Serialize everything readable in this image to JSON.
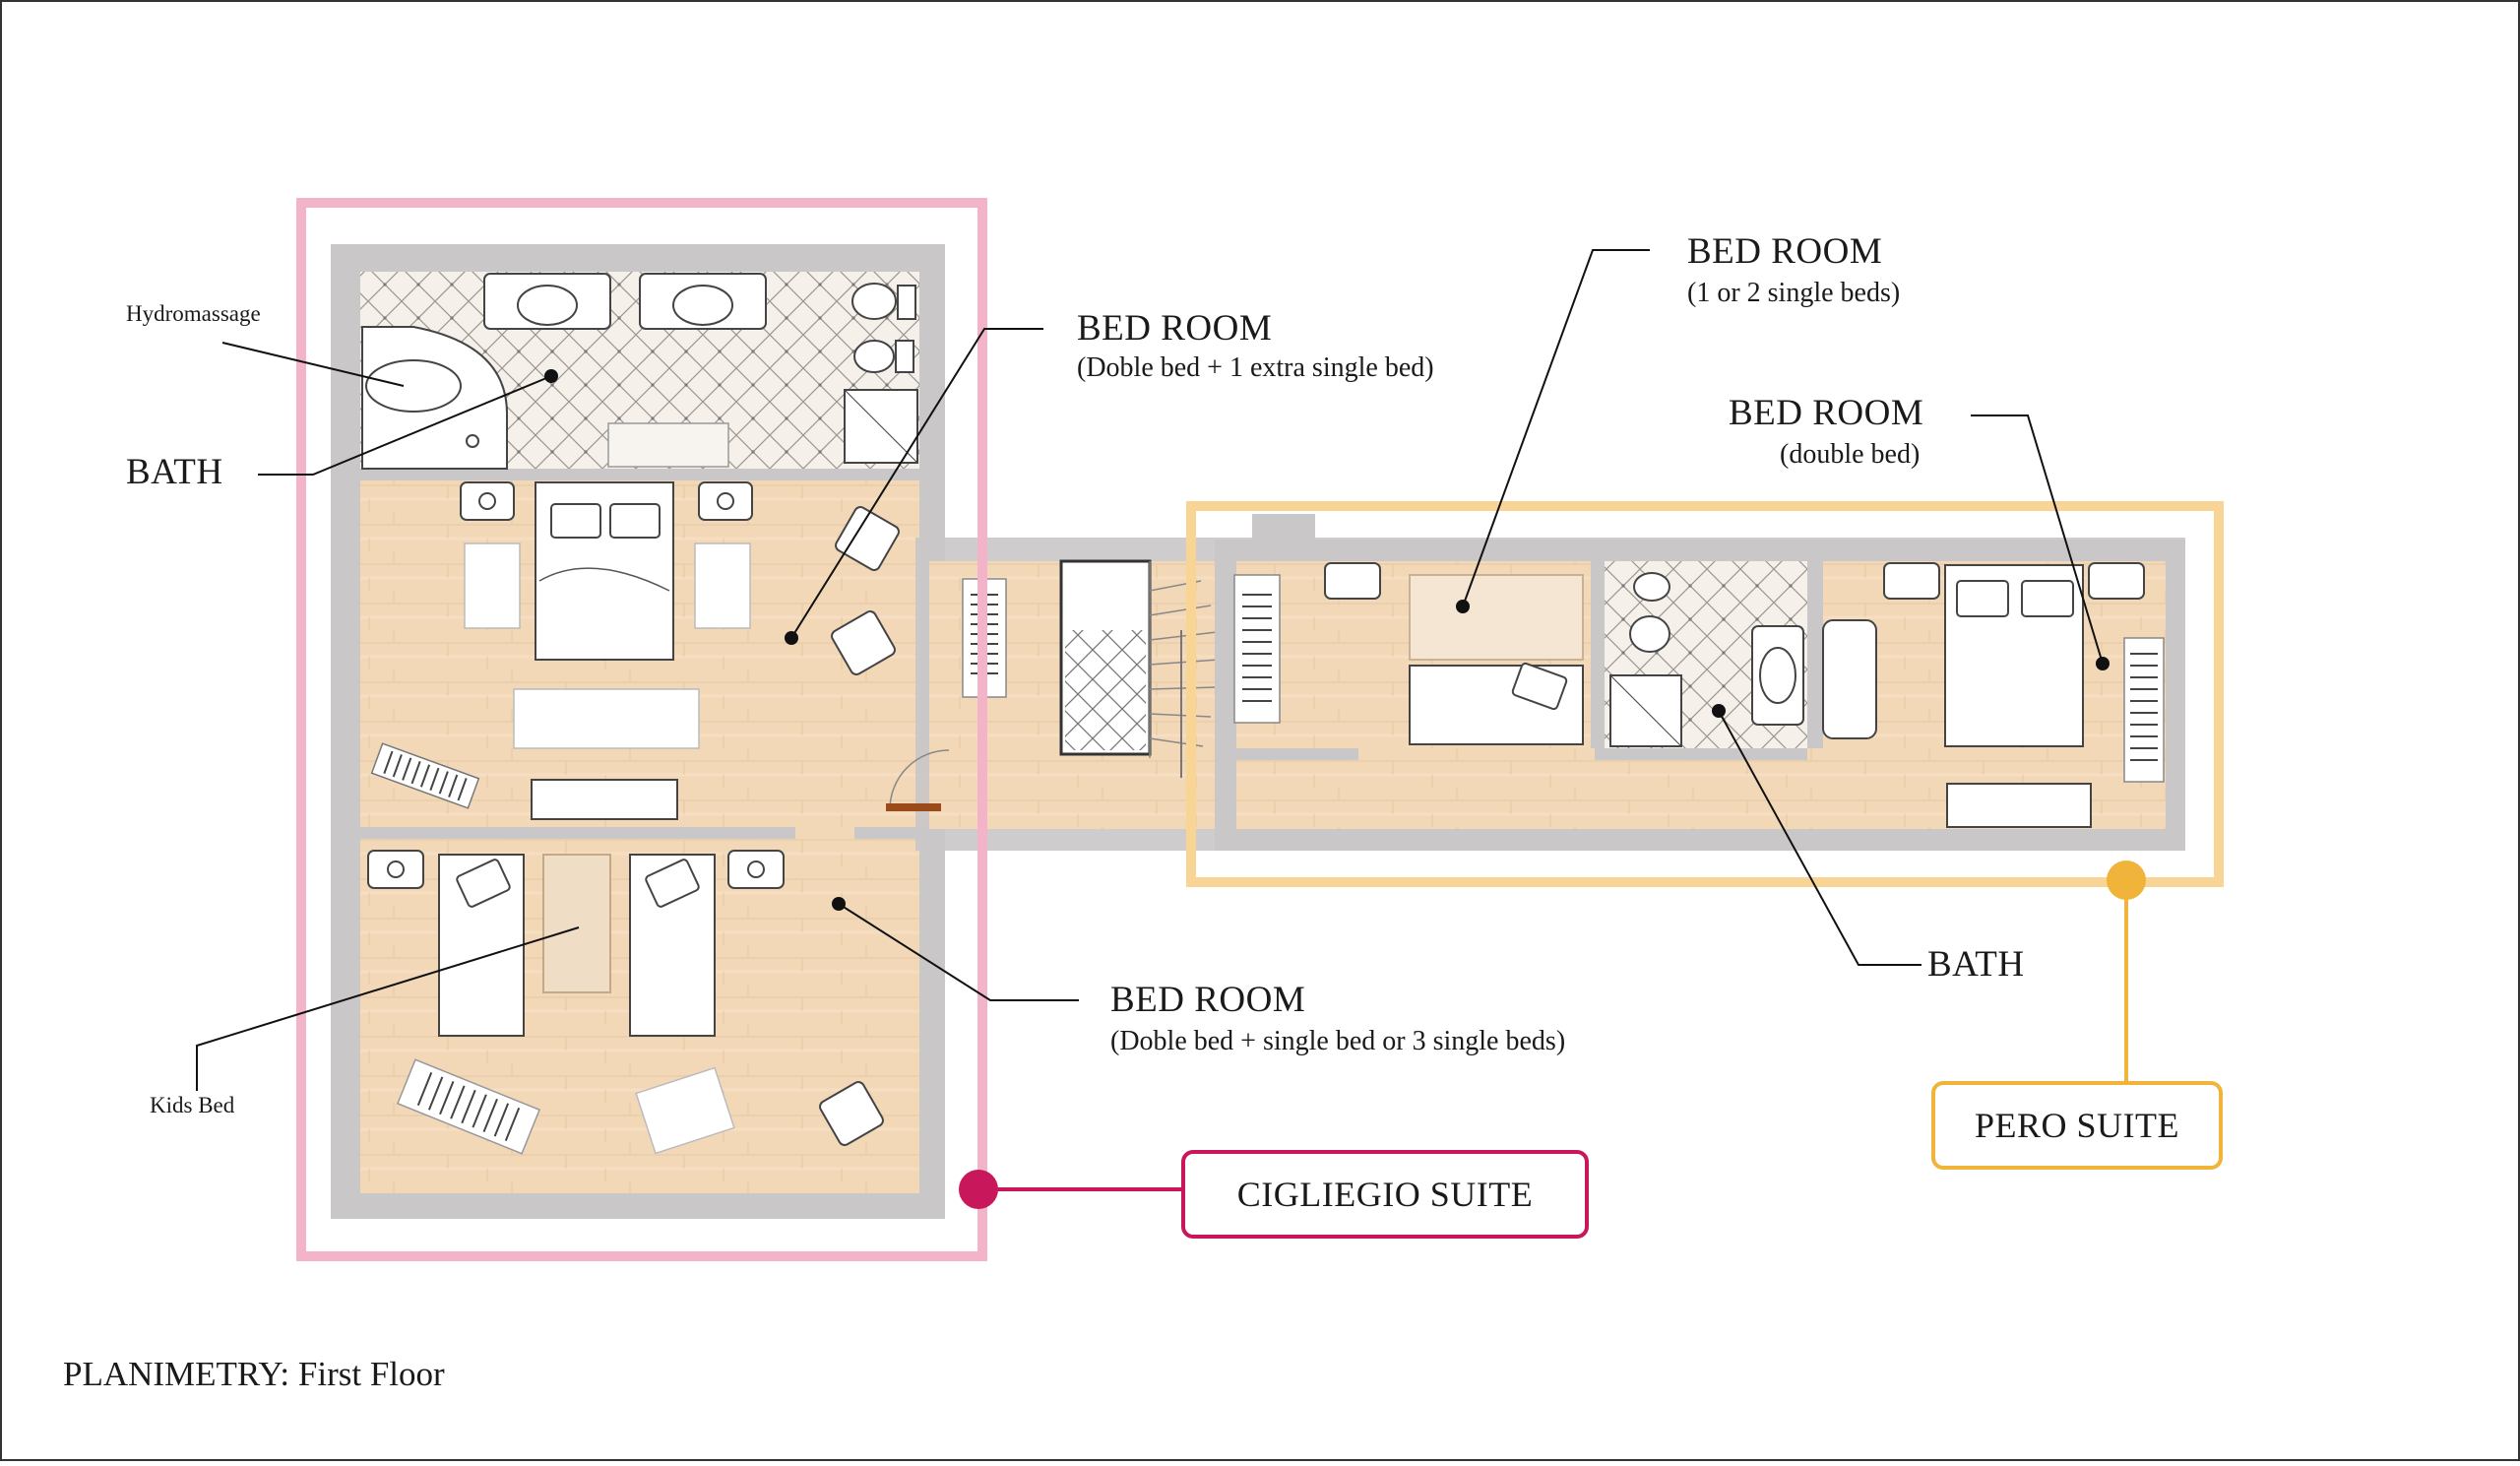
{
  "plan": {
    "caption_bold": "PLANIMETRY:",
    "caption_rest": " First Floor"
  },
  "labels": {
    "hydromassage": "Hydromassage",
    "bath_left": "BATH",
    "kids_bed": "Kids Bed",
    "bedroom_1_title": "BED ROOM",
    "bedroom_1_sub": "(Doble bed + 1 extra single bed)",
    "bedroom_2_title": "BED ROOM",
    "bedroom_2_sub": "(Doble bed + single bed or 3 single beds)",
    "bedroom_3_title": "BED ROOM",
    "bedroom_3_sub": "(1 or 2 single beds)",
    "bedroom_4_title": "BED ROOM",
    "bedroom_4_sub": "(double bed)",
    "bath_right": "BATH"
  },
  "suites": {
    "cigliegio": {
      "name": "CIGLIEGIO SUITE",
      "color": "#c8175a",
      "frame_color": "#f3b3c9"
    },
    "pero": {
      "name": "PERO SUITE",
      "color": "#f0b43a",
      "frame_color": "#f8d595"
    }
  },
  "colors": {
    "wall": "#c9c7c7",
    "floor": "#f2d7b6",
    "tile": "#f4efe7",
    "leader": "#111111"
  }
}
